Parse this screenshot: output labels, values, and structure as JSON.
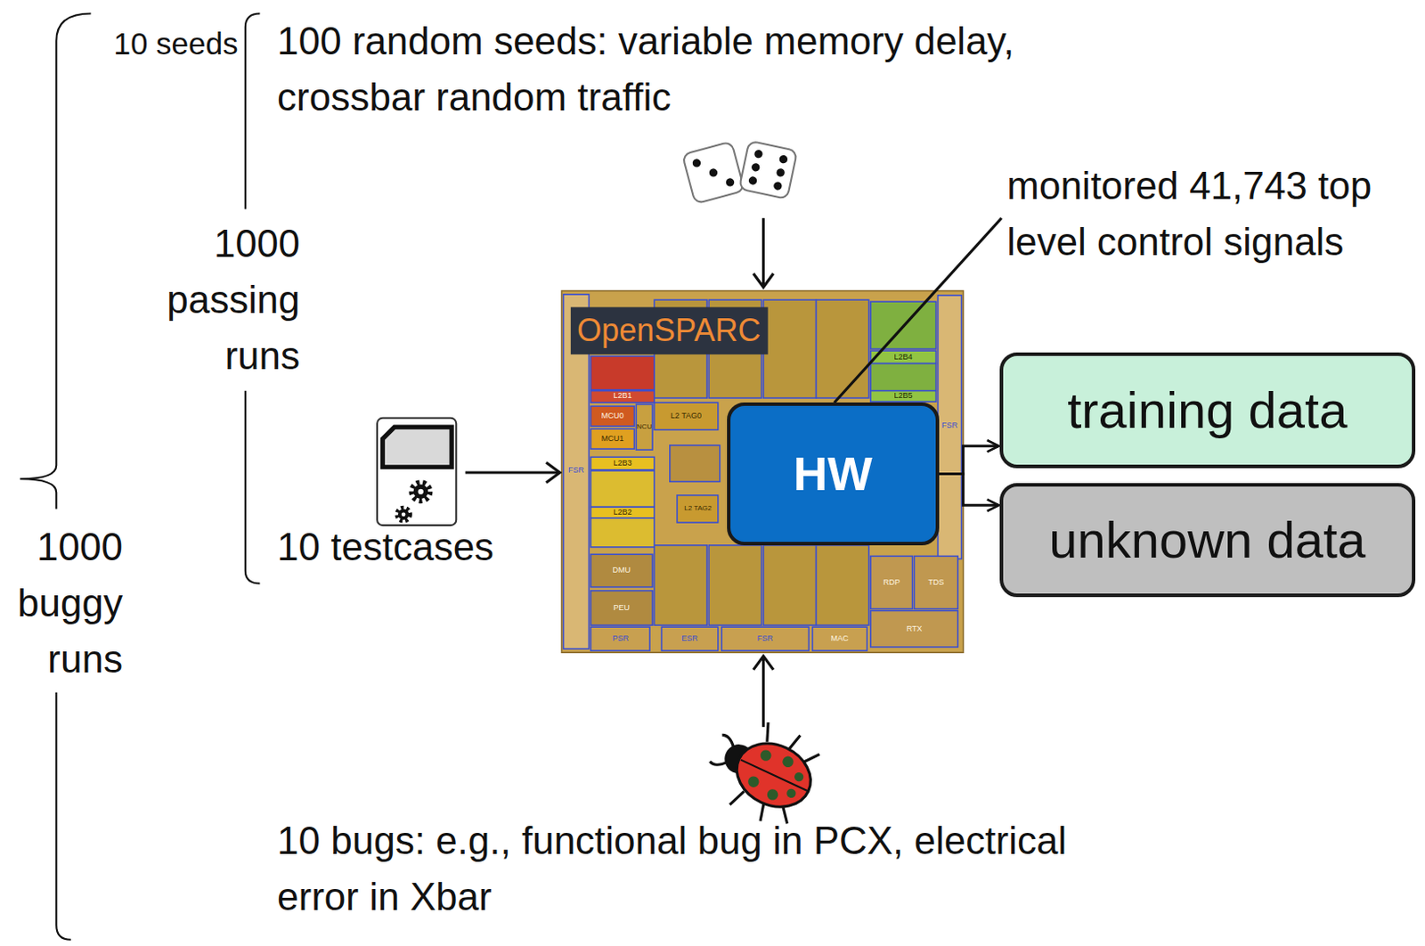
{
  "diagram": {
    "nodes": [
      {
        "text": [
          "HW"
        ]
      },
      {
        "text": [
          "training data"
        ]
      },
      {
        "text": [
          "unknown data"
        ]
      }
    ],
    "edges": [
      {
        "from": 0,
        "to": 1,
        "arrow": "to"
      },
      {
        "from": 0,
        "to": 2,
        "arrow": "to"
      }
    ],
    "labels": [
      "10 seeds",
      "100 random seeds: variable memory delay, crossbar random traffic",
      "monitored 41,743 top level control signals",
      "1000 passing runs",
      "OpenSPARC",
      "L2B1",
      "MCU0",
      "MCU1",
      "NCU",
      "L2 TAG0",
      "FSR",
      "L2B3",
      "L2B2",
      "L2 TAG2",
      "DMU",
      "PEU",
      "PSR",
      "ESR",
      "FSR",
      "MAC",
      "L2B4",
      "L2B5",
      "FSR",
      "RDP",
      "TDS",
      "RTX",
      "10 testcases",
      "1000 buggy runs",
      "10 bugs: e.g., functional bug in PCX, electrical error in Xbar"
    ]
  }
}
